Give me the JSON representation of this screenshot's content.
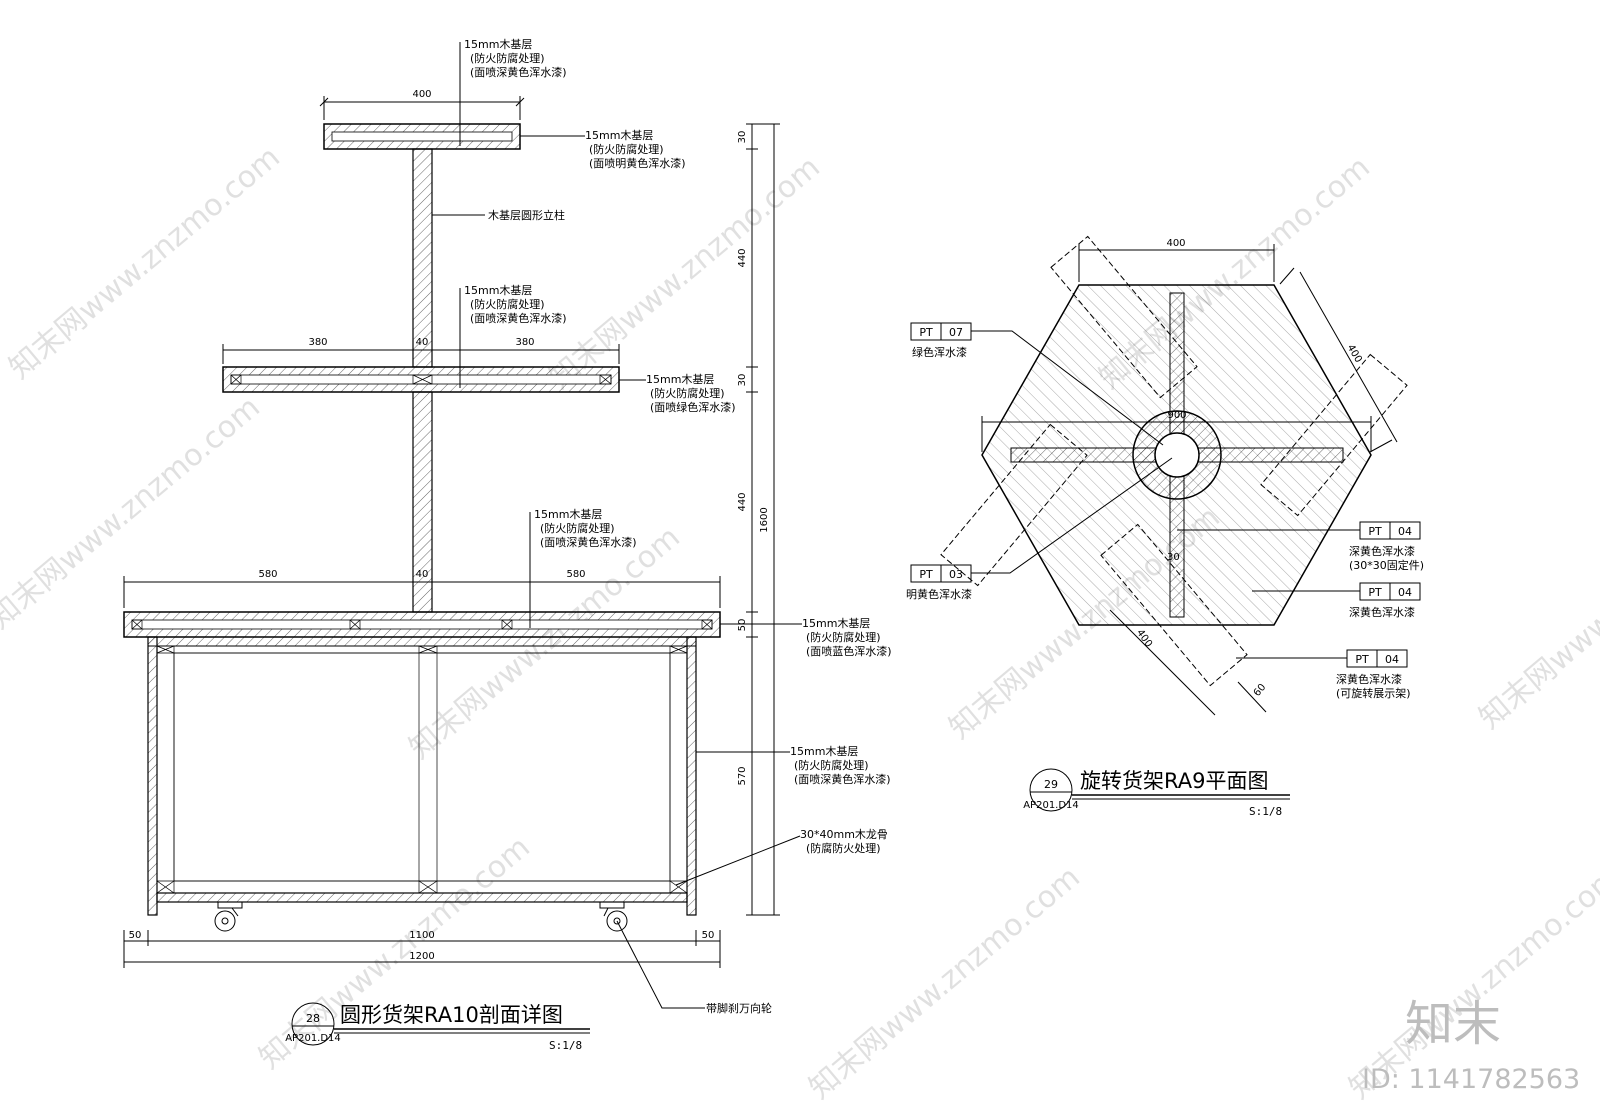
{
  "left": {
    "title": "圆形货架RA10剖面详图",
    "number": "28",
    "ref": "AP201.D14",
    "scale": "S:1/8",
    "notes": {
      "top": [
        "15mm木基层",
        "(防火防腐处理)",
        "(面喷深黄色浑水漆)"
      ],
      "tier1": [
        "15mm木基层",
        "(防火防腐处理)",
        "(面喷明黄色浑水漆)"
      ],
      "column": "木基层圆形立柱",
      "mid_top": [
        "15mm木基层",
        "(防火防腐处理)",
        "(面喷深黄色浑水漆)"
      ],
      "tier2": [
        "15mm木基层",
        "(防火防腐处理)",
        "(面喷绿色浑水漆)"
      ],
      "low_top": [
        "15mm木基层",
        "(防火防腐处理)",
        "(面喷深黄色浑水漆)"
      ],
      "base_top": [
        "15mm木基层",
        "(防火防腐处理)",
        "(面喷蓝色浑水漆)"
      ],
      "cabinet": [
        "15mm木基层",
        "(防火防腐处理)",
        "(面喷深黄色浑水漆)"
      ],
      "keel": [
        "30*40mm木龙骨",
        "(防腐防火处理)"
      ],
      "wheel": "带脚刹万向轮"
    },
    "dims": {
      "top_width": "400",
      "tier2_left": "380",
      "tier2_col": "40",
      "tier2_right": "380",
      "base_left": "580",
      "base_col": "40",
      "base_right": "580",
      "bottom_left": "50",
      "bottom_mid": "1100",
      "bottom_right": "50",
      "bottom_total": "1200",
      "v30a": "30",
      "v440a": "440",
      "v30b": "30",
      "v440b": "440",
      "v50": "50",
      "v570": "570",
      "v1600": "1600"
    }
  },
  "right": {
    "title": "旋转货架RA9平面图",
    "number": "29",
    "ref": "AP201.D14",
    "scale": "S:1/8",
    "dims": {
      "top": "400",
      "slant": "400",
      "width": "900",
      "lower": "400",
      "small60": "60",
      "d30": "30"
    },
    "tags": [
      {
        "code": "PT",
        "num": "07",
        "desc": "绿色浑水漆",
        "desc2": ""
      },
      {
        "code": "PT",
        "num": "03",
        "desc": "明黄色浑水漆",
        "desc2": ""
      },
      {
        "code": "PT",
        "num": "04",
        "desc": "深黄色浑水漆",
        "desc2": "(30*30固定件)"
      },
      {
        "code": "PT",
        "num": "04",
        "desc": "深黄色浑水漆",
        "desc2": ""
      },
      {
        "code": "PT",
        "num": "04",
        "desc": "深黄色浑水漆",
        "desc2": "(可旋转展示架)"
      }
    ]
  },
  "watermark": {
    "text": "知末网www.znzmo.com",
    "logo": "知末",
    "id": "ID: 1141782563"
  }
}
